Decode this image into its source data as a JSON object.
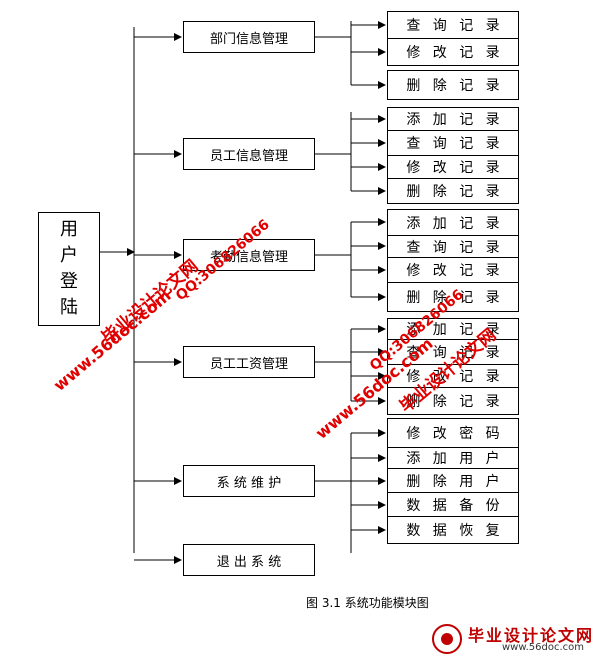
{
  "root": {
    "chars": [
      "用",
      "户",
      "登",
      "陆"
    ]
  },
  "modules": [
    {
      "label": "部门信息管理",
      "functions": [
        "查 询 记 录",
        "修 改 记 录",
        "删 除 记 录"
      ]
    },
    {
      "label": "员工信息管理",
      "functions": [
        "添 加 记 录",
        "查 询 记 录",
        "修 改 记 录",
        "删 除 记 录"
      ]
    },
    {
      "label": "考勤信息管理",
      "functions": [
        "添 加 记 录",
        "查 询 记 录",
        "修 改 记 录",
        "删 除 记 录"
      ]
    },
    {
      "label": "员工工资管理",
      "functions": [
        "添 加 记 录",
        "查 询 记 录",
        "修 改 记 录",
        "删 除 记 录"
      ]
    },
    {
      "label": "系 统 维 护",
      "functions": [
        "修 改 密 码",
        "添 加 用 户",
        "删 除 用 户",
        "数 据 备 份",
        "数 据 恢 复"
      ]
    },
    {
      "label": "退 出 系 统",
      "functions": []
    }
  ],
  "caption": "图 3.1 系统功能模块图",
  "watermarks": {
    "site": "毕业设计论文网",
    "url": "www.56doc.com",
    "qq": "QQ:306826066"
  },
  "logo": {
    "title": "毕业设计论文网",
    "url": "www.56doc.com"
  },
  "colors": {
    "line": "#000000",
    "watermark": "#e00000",
    "logo": "#c00000"
  }
}
